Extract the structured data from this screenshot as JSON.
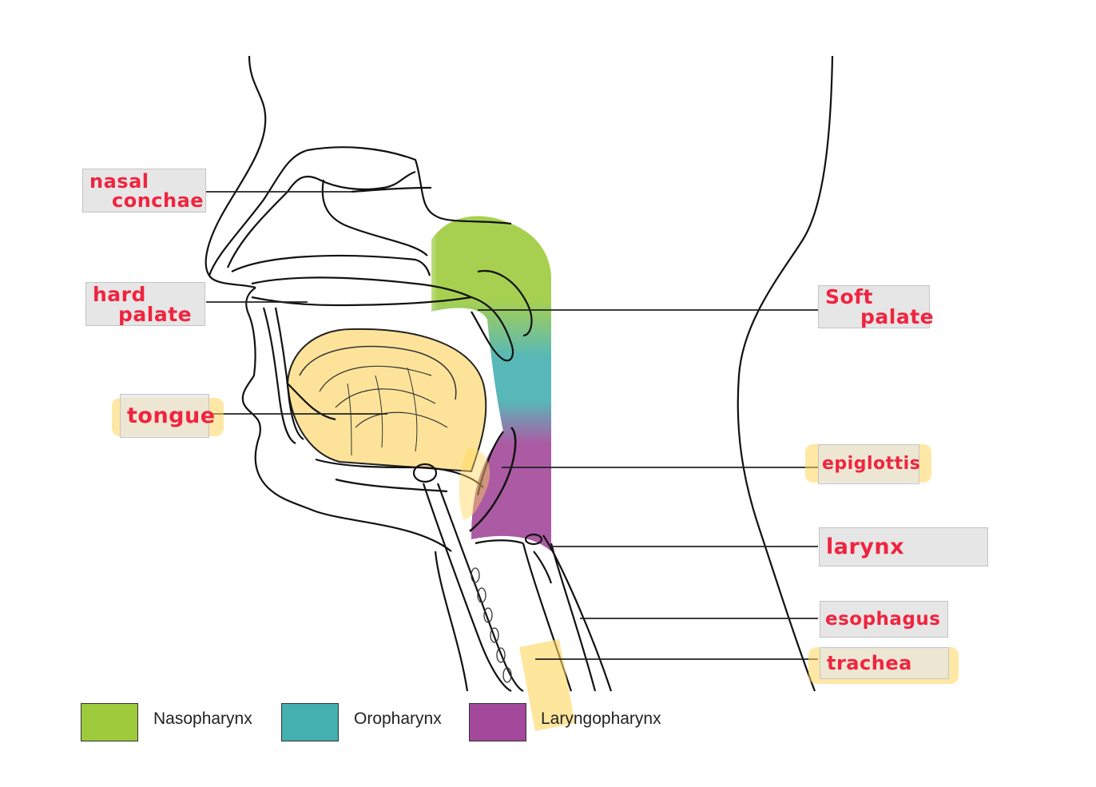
{
  "labels": {
    "nasal_conchae": {
      "line1": "nasal",
      "line2": "conchae"
    },
    "hard_palate": {
      "line1": "hard",
      "line2": "palate"
    },
    "tongue": "tongue",
    "soft_palate": {
      "line1": "Soft",
      "line2": "palate"
    },
    "epiglottis": "epiglottis",
    "larynx": "larynx",
    "esophagus": "esophagus",
    "trachea": "trachea"
  },
  "legend": [
    {
      "name": "Nasopharynx",
      "color": "#9dcb3c"
    },
    {
      "name": "Oropharynx",
      "color": "#45b0b0"
    },
    {
      "name": "Laryngopharynx",
      "color": "#a3489a"
    }
  ],
  "colors": {
    "label_text": "#f0243f",
    "label_box": "#e6e6e6",
    "highlight": "#ffd65c",
    "tongue": "#fde39a"
  }
}
